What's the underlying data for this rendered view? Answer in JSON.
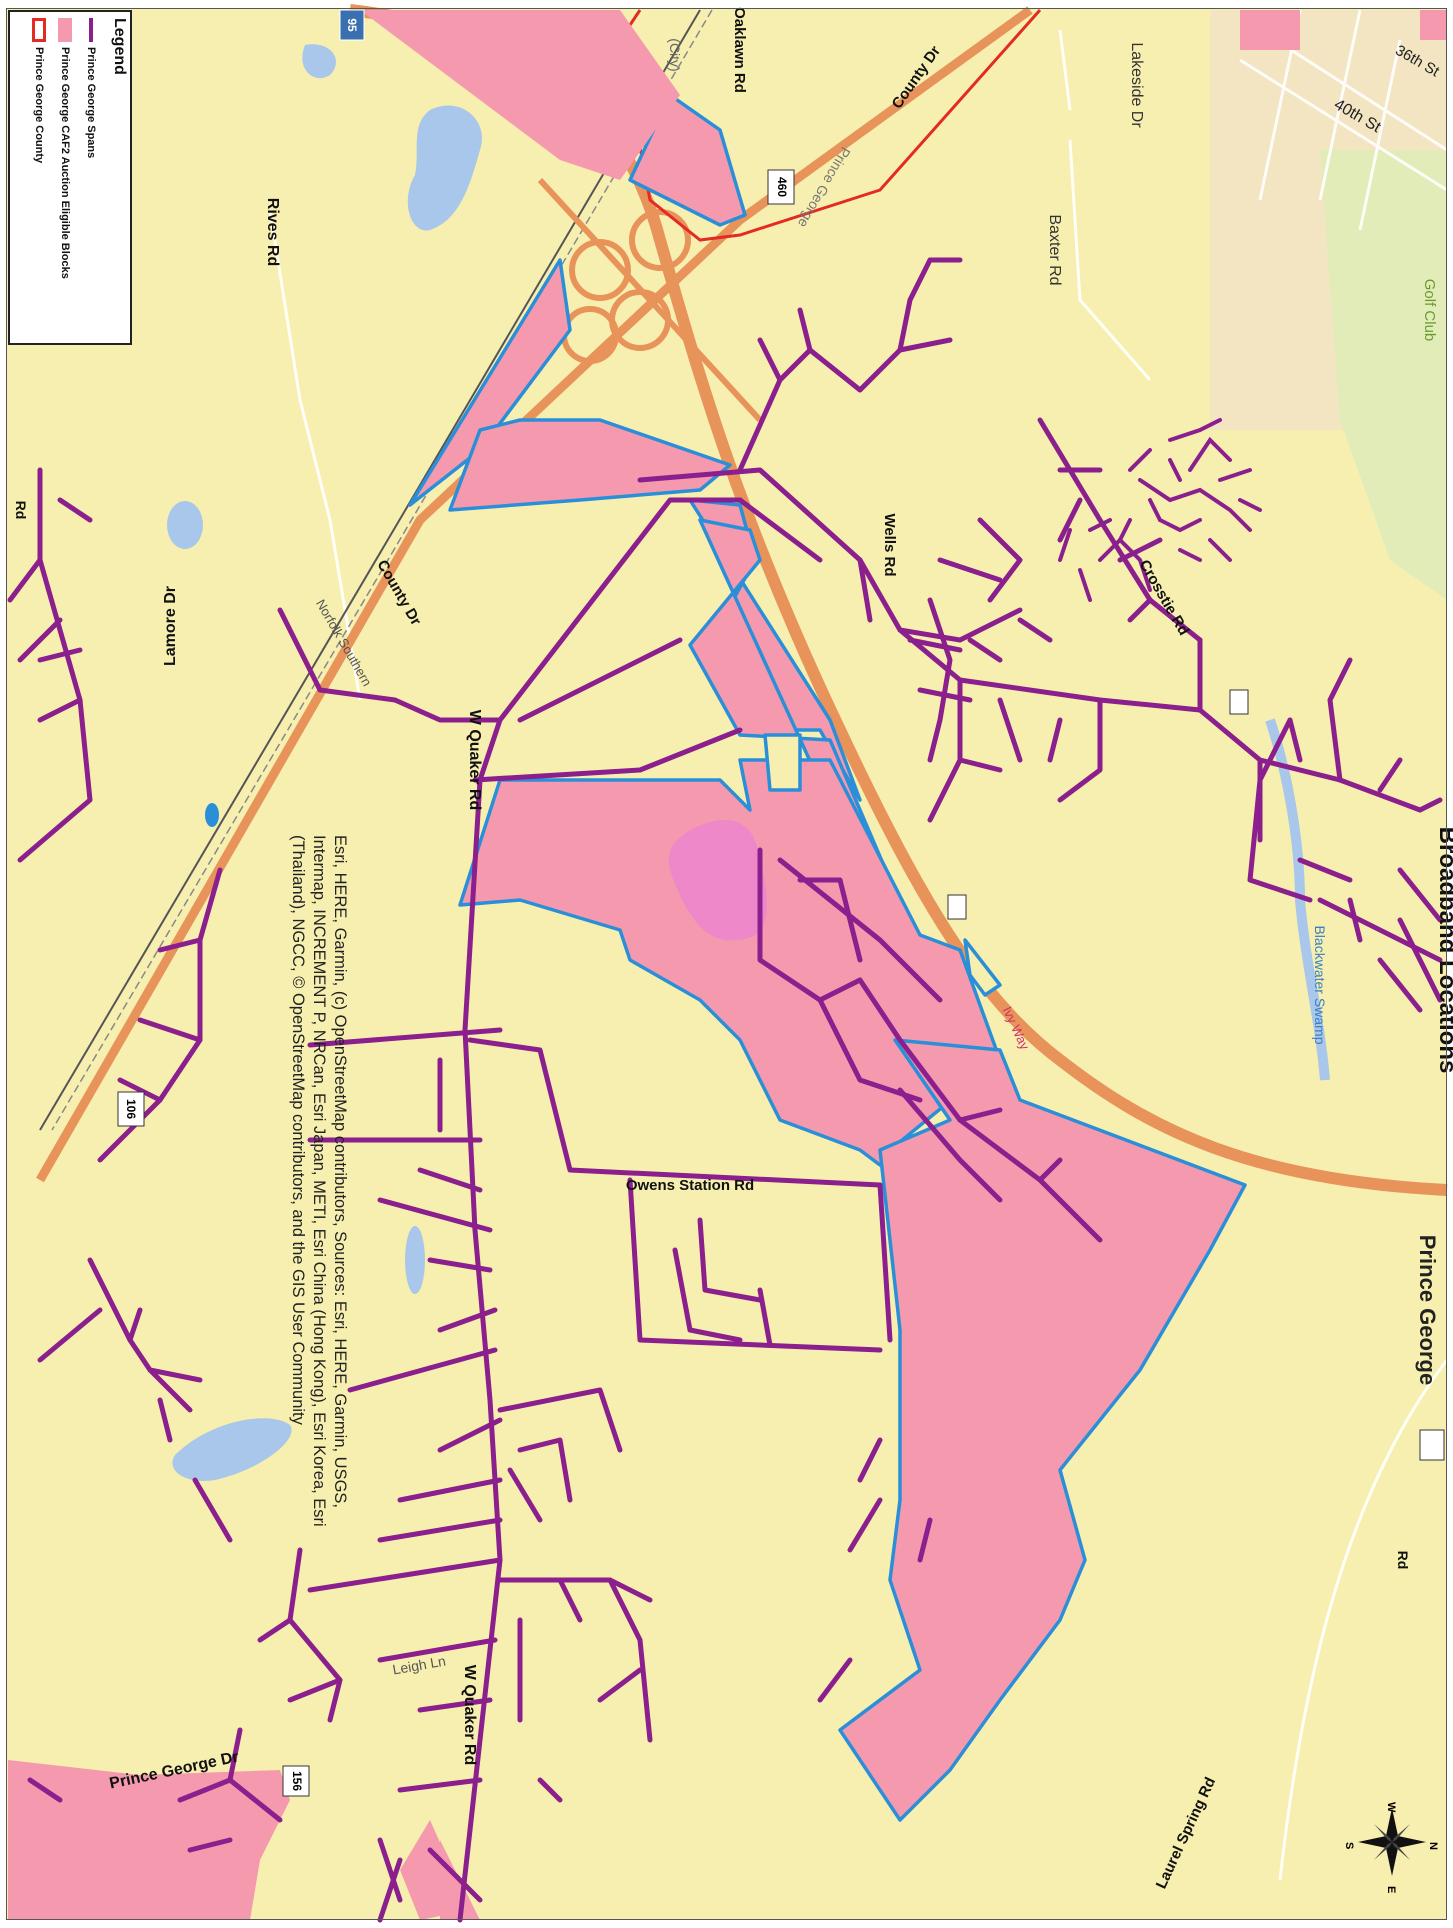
{
  "legend": {
    "title": "Legend",
    "items": [
      {
        "label": "Prince George Spans",
        "color": "#8a1f8d",
        "kind": "line"
      },
      {
        "label": "Prince George CAF2 Auction Eligible Blocks",
        "color": "#f59aae",
        "kind": "fill"
      },
      {
        "label": "Prince George County",
        "color": "#e32b24",
        "kind": "outline"
      }
    ]
  },
  "roads": {
    "rives_rd": "Rives Rd",
    "lamore_dr": "Lamore Dr",
    "county_dr": "County Dr",
    "norfolk_southern": "Norfolk Southern",
    "w_quaker_rd": "W Quaker Rd",
    "w_quaker_rd_south": "W Quaker Rd",
    "owens_station_rd": "Owens Station Rd",
    "leigh_ln": "Leigh Ln",
    "prince_george_dr": "Prince George Dr",
    "laurel_spring_rd": "Laurel Spring Rd",
    "baxter_rd": "Baxter Rd",
    "lakeside_dr": "Lakeside Dr",
    "fortieth_st": "40th St",
    "thirtysixth_st": "36th St",
    "crosstie_rd": "Crosstie Rd",
    "county_dr_north": "County Dr",
    "oaklawn_rd": "Oaklawn Rd",
    "wells_rd": "Wells Rd",
    "ct_rd": "Rd",
    "partial_rd": "Rd",
    "ivy_way": "Ivy Way",
    "prince_george_road": "Prince George",
    "route_460": "460",
    "route_106": "106",
    "route_156": "156",
    "route_95": "95",
    "city": "(City)"
  },
  "places": {
    "golf_club": "Golf Club",
    "blackwater_swamp": "Blackwater Swamp",
    "prince_george": "Prince George"
  },
  "compass": {
    "n": "N",
    "s": "S",
    "e": "E",
    "w": "W"
  },
  "page_title_partial": "Broadband Locations",
  "credits": [
    "Esri, HERE, Garmin, (c) OpenStreetMap contributors, Sources: Esri, HERE, Garmin, USGS,",
    "Intermap, INCREMENT P, NRCan, Esri Japan, METI, Esri China (Hong Kong), Esri Korea, Esri",
    "(Thailand), NGCC, © OpenStreetMap contributors, and the GIS User Community"
  ],
  "colors": {
    "land": "#f7efb0",
    "eligible_block": "#f59aae",
    "block_outline": "#2a8fd8",
    "span": "#8a1f8d",
    "county_boundary": "#e32b24",
    "highway": "#e8935a",
    "water": "#a9c7ea"
  }
}
